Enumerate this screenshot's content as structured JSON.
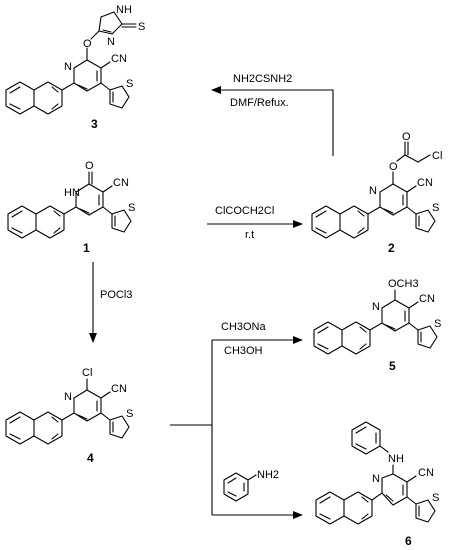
{
  "compounds": {
    "c1": {
      "number": "1",
      "atoms": {
        "o": "O",
        "nh": "HN",
        "cn": "CN",
        "s": "S"
      }
    },
    "c2": {
      "number": "2",
      "atoms": {
        "o1": "O",
        "o2": "O",
        "cl": "Cl",
        "n": "N",
        "cn": "CN",
        "s": "S"
      }
    },
    "c3": {
      "number": "3",
      "atoms": {
        "nh": "NH",
        "n": "N",
        "s1": "S",
        "o": "O",
        "pyn": "N",
        "cn": "CN",
        "s2": "S"
      }
    },
    "c4": {
      "number": "4",
      "atoms": {
        "cl": "Cl",
        "n": "N",
        "cn": "CN",
        "s": "S"
      }
    },
    "c5": {
      "number": "5",
      "atoms": {
        "ome": "OCH3",
        "n": "N",
        "cn": "CN",
        "s": "S"
      }
    },
    "c6": {
      "number": "6",
      "atoms": {
        "nh": "NH",
        "n": "N",
        "cn": "CN",
        "s": "S"
      }
    }
  },
  "reagents": {
    "r1_top": "ClCOCH2Cl",
    "r1_bottom": "r.t",
    "r2_top": "NH2CSNH2",
    "r2_bottom": "DMF/Refux.",
    "r3": "POCl3",
    "r4_top": "CH3ONa",
    "r4_bottom": "CH3OH",
    "r5_label": "NH2"
  }
}
